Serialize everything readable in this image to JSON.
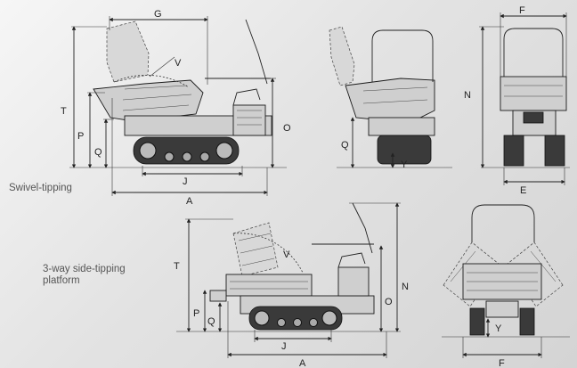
{
  "captions": {
    "swivel": "Swivel-tipping",
    "side_line1": "3-way side-tipping",
    "side_line2": "platform"
  },
  "top_side_view": {
    "labels": {
      "G": "G",
      "V": "V",
      "T": "T",
      "P": "P",
      "Q": "Q",
      "O": "O",
      "J": "J",
      "A": "A"
    }
  },
  "top_rear_view": {
    "labels": {
      "Q": "Q",
      "Y": "Y"
    }
  },
  "top_front_view": {
    "labels": {
      "F": "F",
      "N": "N",
      "E": "E"
    }
  },
  "bottom_side_view": {
    "labels": {
      "T": "T",
      "V": "V",
      "P": "P",
      "Q": "Q",
      "O": "O",
      "N": "N",
      "J": "J",
      "A": "A"
    }
  },
  "bottom_front_view": {
    "labels": {
      "Y": "Y",
      "F": "F"
    }
  },
  "colors": {
    "line": "#222222",
    "caption": "#555555",
    "track": "#3a3a3a"
  }
}
